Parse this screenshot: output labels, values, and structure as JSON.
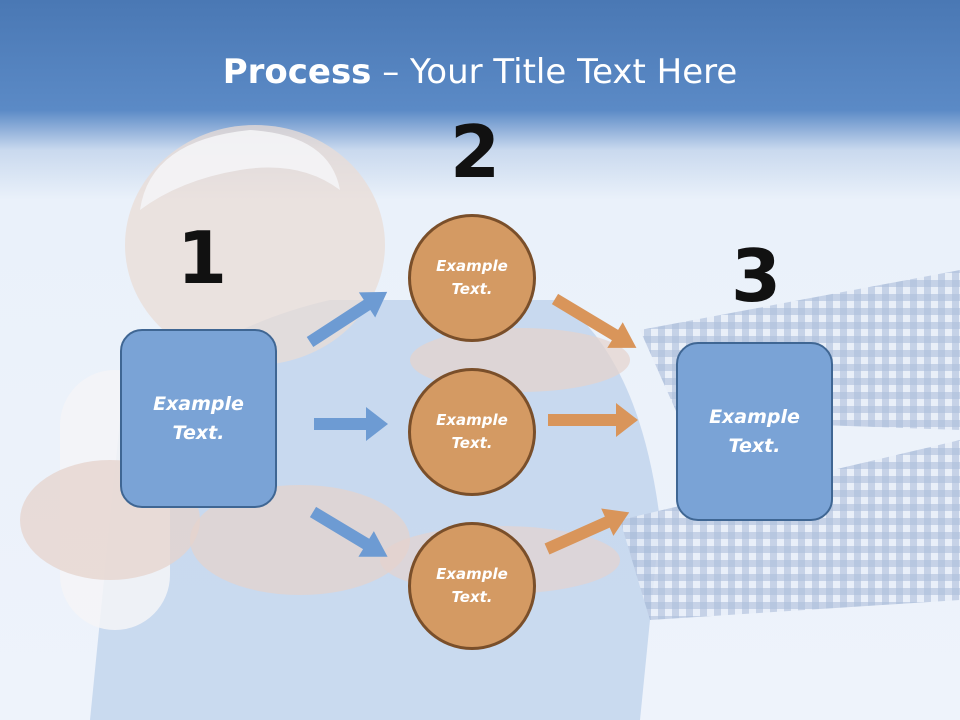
{
  "title": {
    "bold": "Process",
    "rest": " – Your Title Text Here"
  },
  "steps": {
    "one": "1",
    "two": "2",
    "three": "3"
  },
  "left_box": {
    "line1": "Example",
    "line2": "Text."
  },
  "circles": [
    {
      "line1": "Example",
      "line2": "Text."
    },
    {
      "line1": "Example",
      "line2": "Text."
    },
    {
      "line1": "Example",
      "line2": "Text."
    }
  ],
  "right_box": {
    "line1": "Example",
    "line2": "Text."
  },
  "colors": {
    "header": "#4a78b4",
    "box_fill": "#7aa3d6",
    "box_border": "#3f6693",
    "circle_fill": "#d49a63",
    "circle_border": "#7a4f2a",
    "blue_arrow": "#6d9bd3",
    "orange_arrow": "#d9955a"
  },
  "background_photo": "elderly-man-with-reaching-hands"
}
